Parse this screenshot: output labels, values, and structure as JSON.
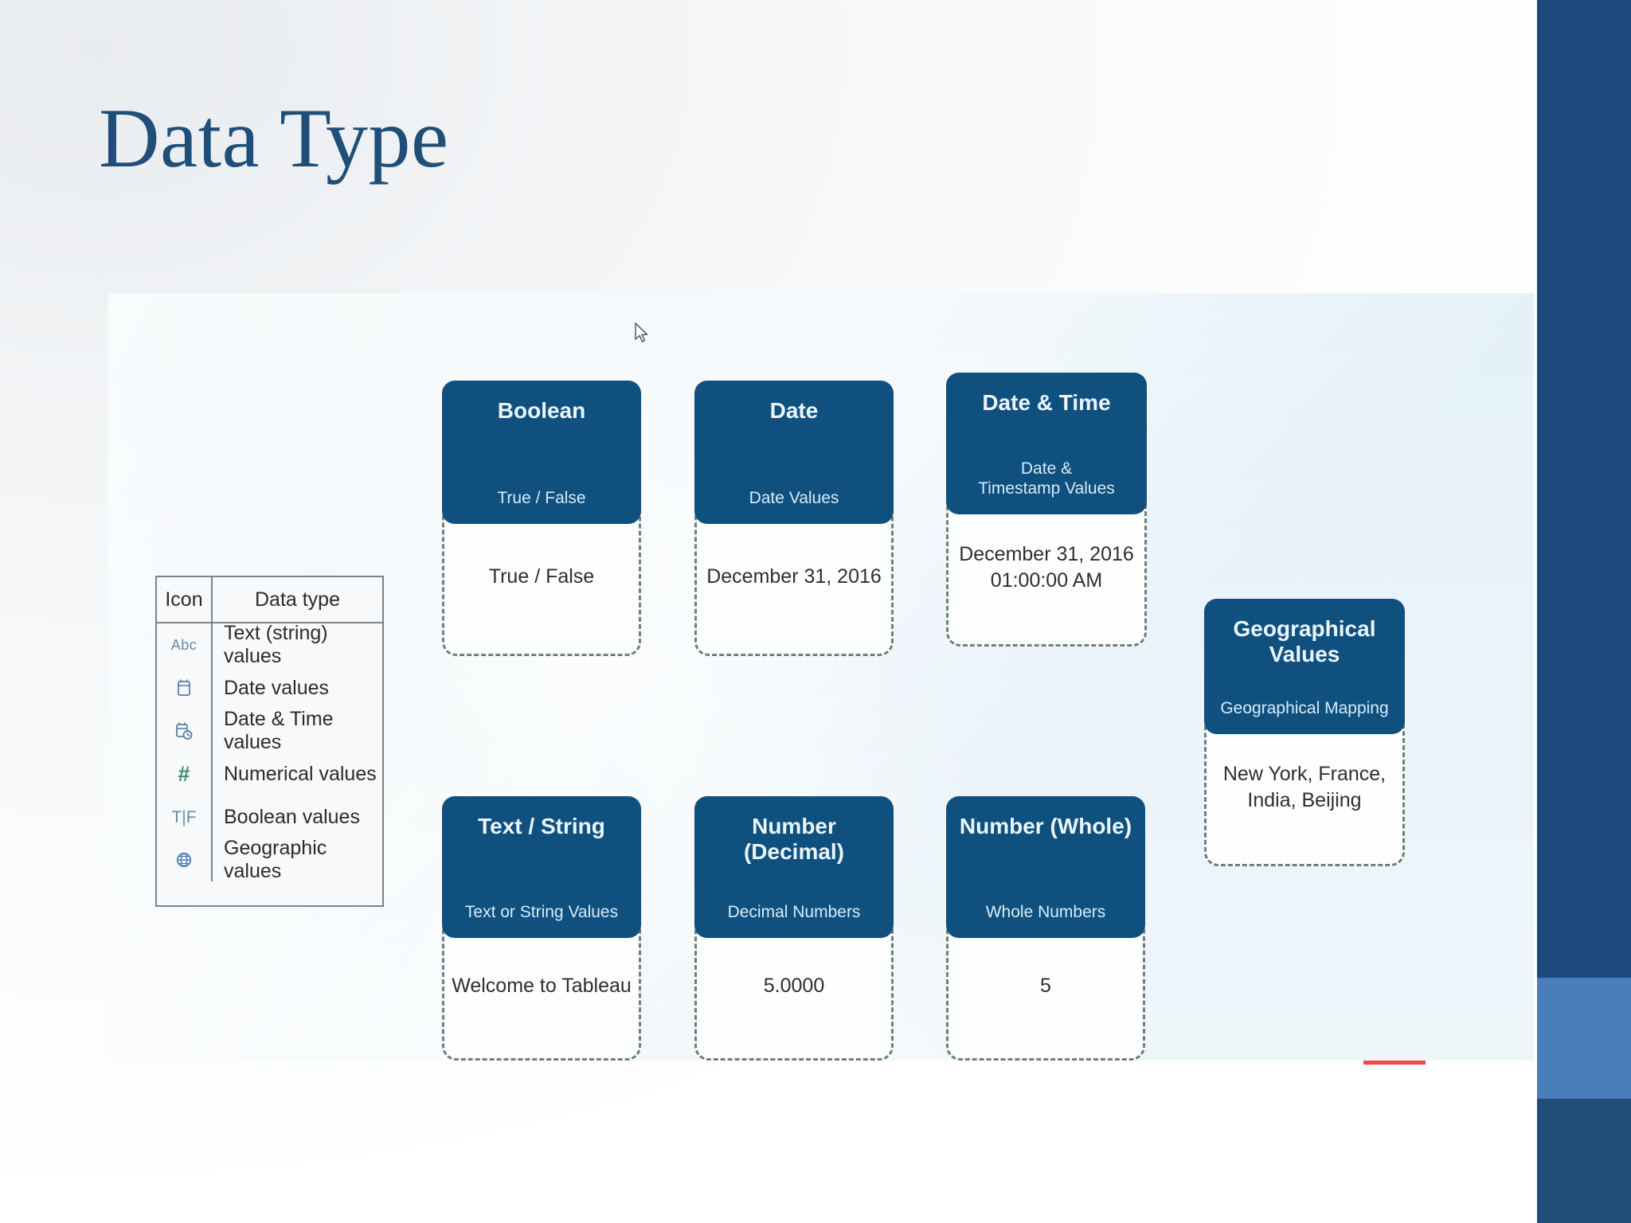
{
  "slide": {
    "title": "Data Type"
  },
  "legend": {
    "headers": {
      "icon": "Icon",
      "data_type": "Data type"
    },
    "rows": [
      {
        "icon_glyph": "Abc",
        "icon_name": "abc-text-icon",
        "label": "Text (string) values"
      },
      {
        "icon_glyph": "☷",
        "icon_name": "calendar-icon",
        "label": "Date values"
      },
      {
        "icon_glyph": "☷",
        "icon_name": "calendar-clock-icon",
        "label": "Date & Time values"
      },
      {
        "icon_glyph": "#",
        "icon_name": "hash-number-icon",
        "label": "Numerical values"
      },
      {
        "icon_glyph": "T|F",
        "icon_name": "boolean-tf-icon",
        "label": "Boolean values"
      },
      {
        "icon_glyph": "⊕",
        "icon_name": "globe-icon",
        "label": "Geographic values"
      }
    ]
  },
  "cards": {
    "boolean": {
      "title": "Boolean",
      "subtitle": "True / False",
      "example": "True / False"
    },
    "date": {
      "title": "Date",
      "subtitle": "Date Values",
      "example": "December 31, 2016"
    },
    "datetime": {
      "title": "Date & Time",
      "subtitle": "Date &\nTimestamp Values",
      "example": "December 31, 2016\n01:00:00 AM"
    },
    "geo": {
      "title": "Geographical\nValues",
      "subtitle": "Geographical Mapping",
      "example": "New York, France,\nIndia, Beijing"
    },
    "text": {
      "title": "Text / String",
      "subtitle": "Text or String Values",
      "example": "Welcome to Tableau"
    },
    "decimal": {
      "title": "Number (Decimal)",
      "subtitle": "Decimal Numbers",
      "example": "5.0000"
    },
    "whole": {
      "title": "Number (Whole)",
      "subtitle": "Whole Numbers",
      "example": "5"
    }
  },
  "colors": {
    "title_blue": "#1F4E79",
    "card_blue": "#10507F",
    "sidebar_dark": "#1E4A7D",
    "sidebar_light": "#4A7EBB",
    "accent_red": "#F8433F",
    "dashed_border": "#6E7F7C"
  }
}
